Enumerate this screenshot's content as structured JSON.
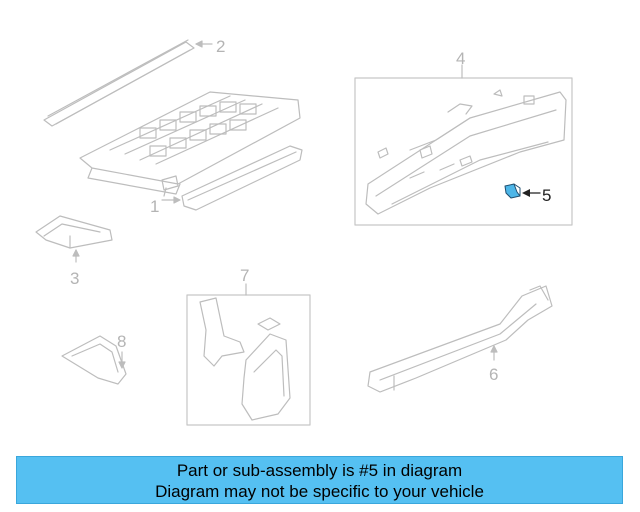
{
  "callouts": [
    "1",
    "2",
    "3",
    "4",
    "5",
    "6",
    "7",
    "8"
  ],
  "highlighted_part": "5",
  "colors": {
    "faded_line": "#bdbdbd",
    "highlight_fill": "#4db6e8",
    "banner_bg": "#55c0f2",
    "text_dark": "#222222"
  },
  "banner": {
    "line1": "Part or sub-assembly is #5 in diagram",
    "line2": "Diagram may not be specific to your vehicle"
  }
}
